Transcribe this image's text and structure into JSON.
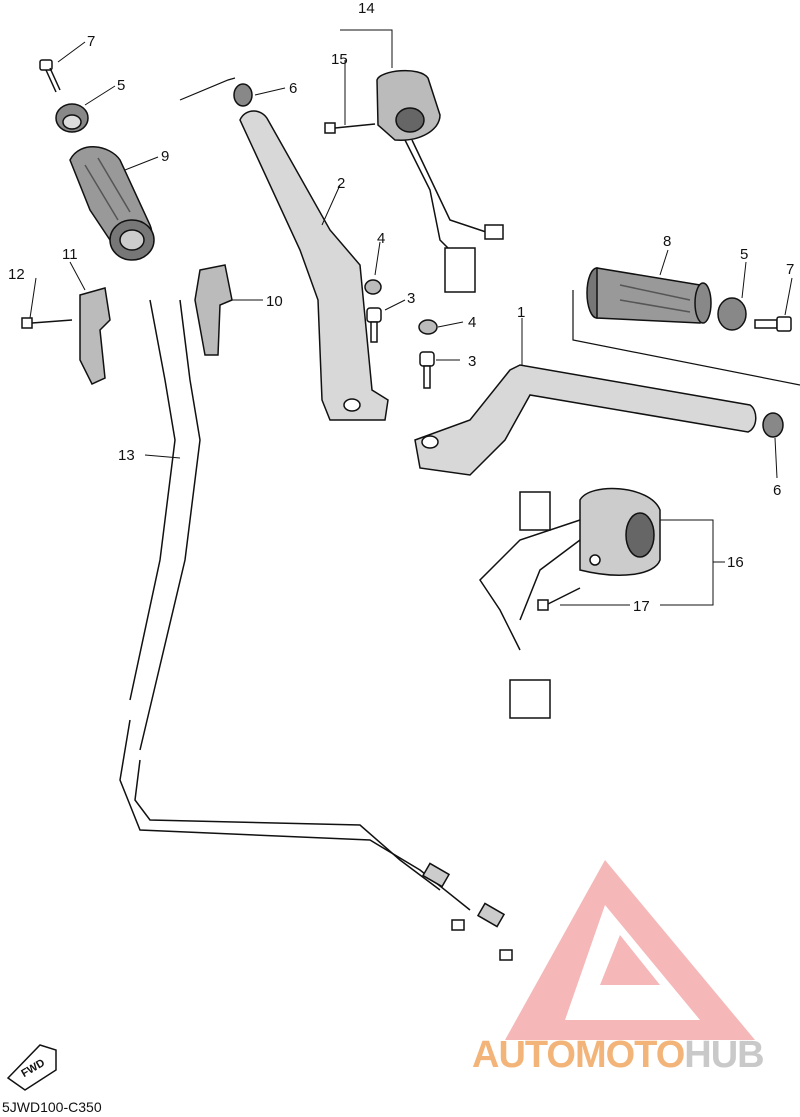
{
  "callouts": [
    {
      "id": "c1",
      "text": "1"
    },
    {
      "id": "c2",
      "text": "2"
    },
    {
      "id": "c3a",
      "text": "3"
    },
    {
      "id": "c3b",
      "text": "3"
    },
    {
      "id": "c4a",
      "text": "4"
    },
    {
      "id": "c4b",
      "text": "4"
    },
    {
      "id": "c5a",
      "text": "5"
    },
    {
      "id": "c5b",
      "text": "5"
    },
    {
      "id": "c6a",
      "text": "6"
    },
    {
      "id": "c6b",
      "text": "6"
    },
    {
      "id": "c7a",
      "text": "7"
    },
    {
      "id": "c7b",
      "text": "7"
    },
    {
      "id": "c8",
      "text": "8"
    },
    {
      "id": "c9",
      "text": "9"
    },
    {
      "id": "c10",
      "text": "10"
    },
    {
      "id": "c11",
      "text": "11"
    },
    {
      "id": "c12",
      "text": "12"
    },
    {
      "id": "c13",
      "text": "13"
    },
    {
      "id": "c14",
      "text": "14"
    },
    {
      "id": "c15",
      "text": "15"
    },
    {
      "id": "c16",
      "text": "16"
    },
    {
      "id": "c17",
      "text": "17"
    }
  ],
  "fwd_label": "FWD",
  "diagram_code": "5JWD100-C350",
  "watermark": {
    "part1": "AUTOMOTO",
    "part2": "HUB",
    "color_primary": "#f08070",
    "color_secondary": "#c9c9c9"
  }
}
